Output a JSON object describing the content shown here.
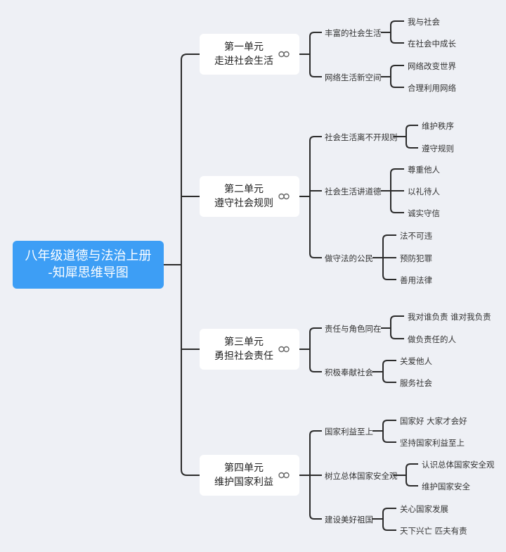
{
  "root": {
    "line1": "八年级道德与法治上册",
    "line2": "-知犀思维导图"
  },
  "units": [
    {
      "line1": "第一单元",
      "line2": "走进社会生活",
      "topics": [
        {
          "label": "丰富的社会生活",
          "items": [
            "我与社会",
            "在社会中成长"
          ]
        },
        {
          "label": "网络生活新空间",
          "items": [
            "网络改变世界",
            "合理利用网络"
          ]
        }
      ]
    },
    {
      "line1": "第二单元",
      "line2": "遵守社会规则",
      "topics": [
        {
          "label": "社会生活离不开规则",
          "items": [
            "维护秩序",
            "遵守规则"
          ]
        },
        {
          "label": "社会生活讲道德",
          "items": [
            "尊重他人",
            "以礼待人",
            "诚实守信"
          ]
        },
        {
          "label": "做守法的公民",
          "items": [
            "法不可违",
            "预防犯罪",
            "善用法律"
          ]
        }
      ]
    },
    {
      "line1": "第三单元",
      "line2": "勇担社会责任",
      "topics": [
        {
          "label": "责任与角色同在",
          "items": [
            "我对谁负责 谁对我负责",
            "做负责任的人"
          ]
        },
        {
          "label": "积极奉献社会",
          "items": [
            "关爱他人",
            "服务社会"
          ]
        }
      ]
    },
    {
      "line1": "第四单元",
      "line2": "维护国家利益",
      "topics": [
        {
          "label": "国家利益至上",
          "items": [
            "国家好 大家才会好",
            "坚持国家利益至上"
          ]
        },
        {
          "label": "树立总体国家安全观",
          "items": [
            "认识总体国家安全观",
            "维护国家安全"
          ]
        },
        {
          "label": "建设美好祖国",
          "items": [
            "关心国家发展",
            "天下兴亡 匹夫有责"
          ]
        }
      ]
    }
  ]
}
